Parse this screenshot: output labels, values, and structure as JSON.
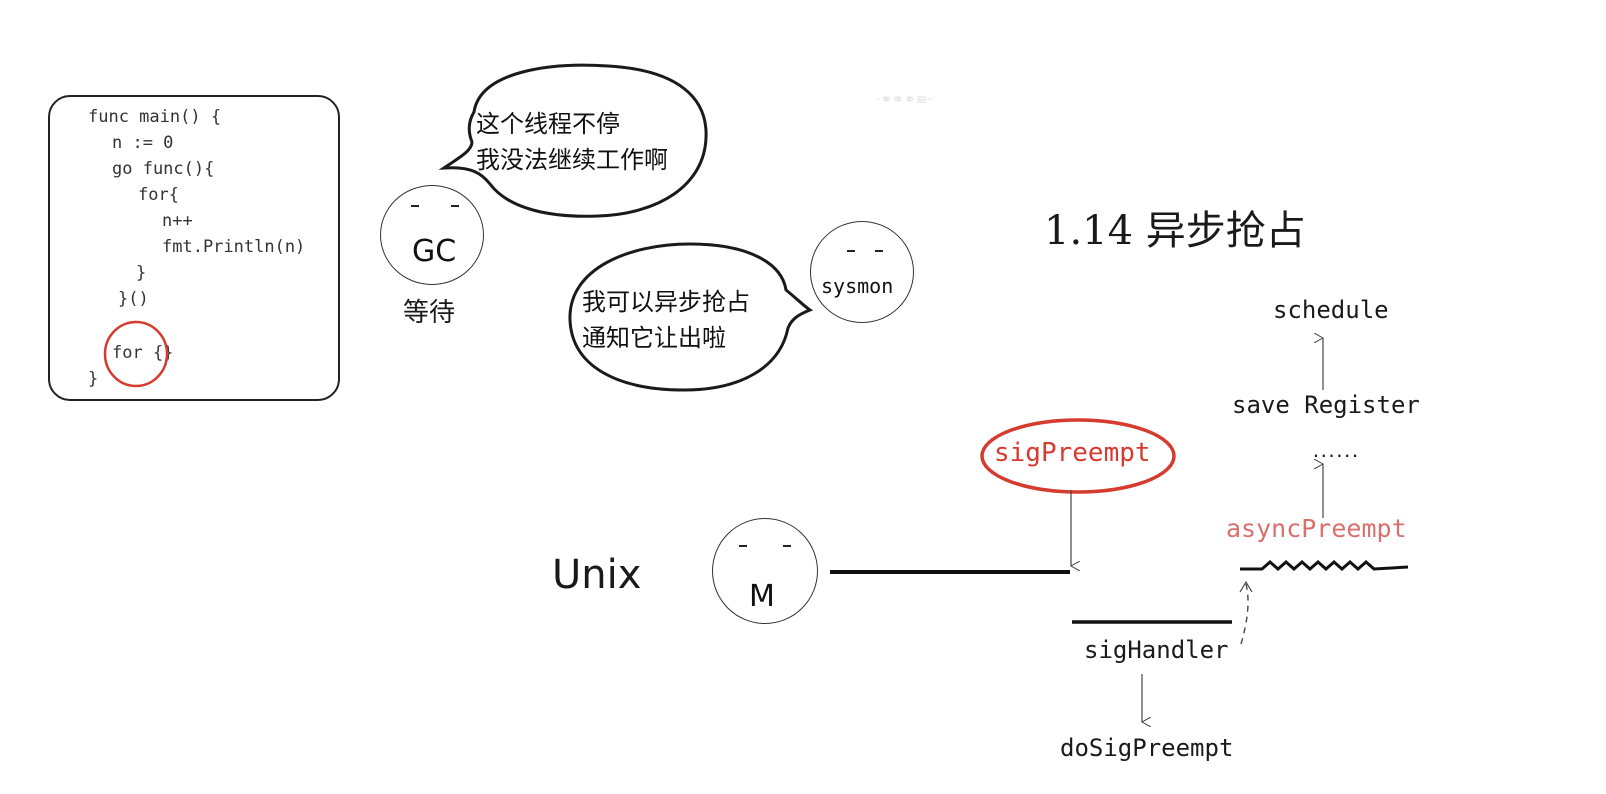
{
  "code": {
    "lines": [
      "func main() {",
      "n := 0",
      "go func(){",
      "for{",
      "n++",
      "fmt.Println(n)",
      "}",
      "}()",
      "for {}",
      "}"
    ],
    "highlight_color": "#d63b2f"
  },
  "gc": {
    "label": "GC",
    "status": "等待",
    "bubble_lines": [
      "这个线程不停",
      "我没法继续工作啊"
    ]
  },
  "sysmon": {
    "label": "sysmon",
    "bubble_lines": [
      "我可以异步抢占",
      "通知它让出啦"
    ]
  },
  "watermark": "·⚭⚭⚭≡·",
  "title": "1.14 异步抢占",
  "flow": {
    "os_label": "Unix",
    "thread_label": "M",
    "signal": "sigPreempt",
    "handler": "sigHandler",
    "do_preempt": "doSigPreempt",
    "async": "asyncPreempt",
    "ellipsis": "......",
    "save": "save Register",
    "schedule": "schedule",
    "signal_color": "#d63b2f",
    "async_color": "#d9706d"
  }
}
